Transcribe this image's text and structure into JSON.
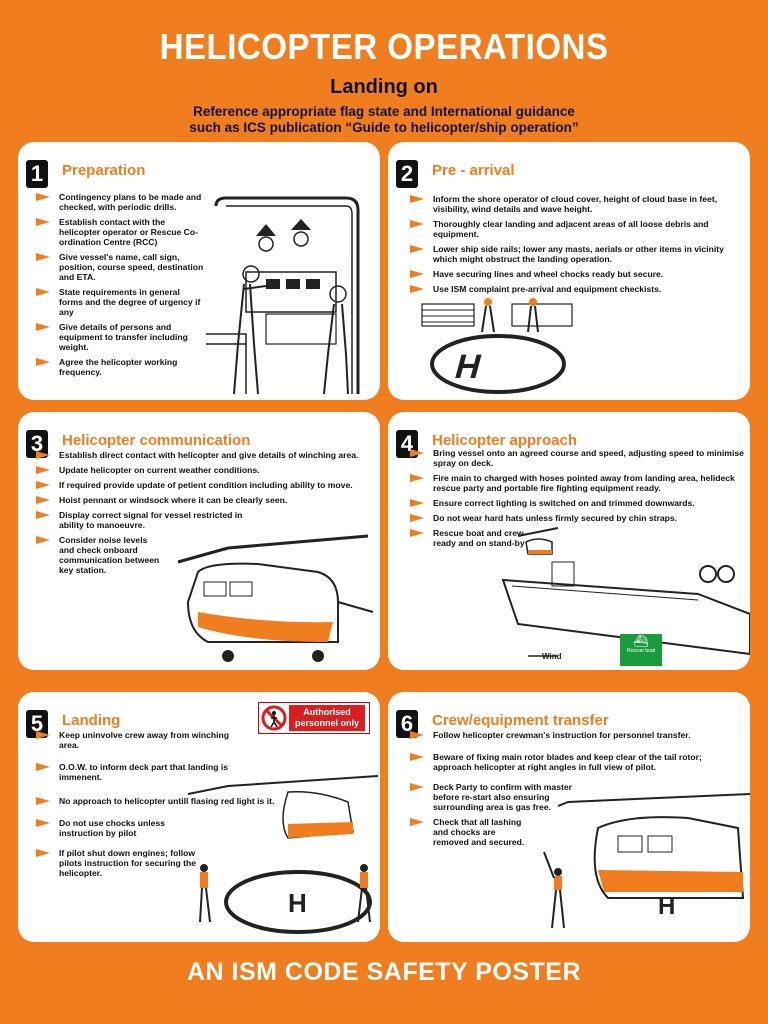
{
  "header": {
    "title": "HELICOPTER OPERATIONS",
    "subtitle": "Landing on",
    "ref_line1": "Reference appropriate flag state and International guidance",
    "ref_line2": "such as ICS publication “Guide to helicopter/ship operation”"
  },
  "sections": [
    {
      "num": "1",
      "title": "Preparation",
      "items": [
        "Contingency plans to be made and checked, with periodic drills.",
        "Establish contact with the helicopter operator or Rescue Co-ordination Centre (RCC)",
        "Give vessel's name, call sign, position, course speed, destination and ETA.",
        "State requirements in general forms and the degree of urgency if any",
        "Give details of persons and equipment to transfer including weight.",
        "Agree the helicopter working frequency."
      ]
    },
    {
      "num": "2",
      "title": "Pre - arrival",
      "items": [
        "Inform the shore operator of cloud cover, height of cloud base in feet, visibility, wind details and wave height.",
        "Thoroughly clear landing and adjacent areas of all loose debris and equipment.",
        "Lower ship side rails; lower any masts, aerials or other items in vicinity which might obstruct the landing operation.",
        "Have securing lines and wheel chocks ready but secure.",
        "Use ISM complaint pre-arrival and equipment checkists."
      ]
    },
    {
      "num": "3",
      "title": "Helicopter communication",
      "items": [
        "Establish direct contact with helicopter and give details of winching area.",
        "Update helicopter on current weather conditions.",
        "If required provide update of petient condition including ability to move.",
        "Hoist pennant or windsock where it can be clearly seen.",
        "Display correct signal for vessel restricted in ability to manoeuvre.",
        "Consider noise levels and check onboard communication between key station."
      ]
    },
    {
      "num": "4",
      "title": "Helicopter approach",
      "items": [
        "Bring vessel onto an agreed course and speed, adjusting speed to minimise spray on deck.",
        "Fire main to charged with hoses pointed away from landing area, helideck rescue party and portable fire fighting equipment ready.",
        "Ensure correct lighting is switched on and trimmed downwards.",
        "Do not wear hard hats unless firmly secured by chin straps.",
        "Rescue boat and crew ready and on stand-by"
      ]
    },
    {
      "num": "5",
      "title": "Landing",
      "items": [
        "Keep uninvolve crew away from winching area.",
        "O.O.W. to inform deck part that landing is immenent.",
        "No approach to helicopter untill flasing red light is it.",
        "Do not use chocks unless instruction by pilot",
        "If pilot shut down engines; follow pilots instruction for securing the helicopter."
      ]
    },
    {
      "num": "6",
      "title": "Crew/equipment transfer",
      "items": [
        "Follow helicopter crewman's instruction for personnel transfer.",
        "Beware of fixing main rotor blades and keep clear of the tail rotor; approach helicopter at right angles in full view of pilot.",
        "Deck Party to confirm with master before re-start also ensuring surrounding area is gas free.",
        "Check that all lashing and chocks are removed and secured."
      ]
    }
  ],
  "labels": {
    "authorised": "Authorised personnel only",
    "wind": "Wind",
    "rescue_sign": "Rescue boat"
  },
  "footer": {
    "text": "AN ISM CODE SAFETY POSTER"
  },
  "colors": {
    "background": "#f07d1e",
    "panel": "#ffffff",
    "accent": "#f07d1e"
  }
}
